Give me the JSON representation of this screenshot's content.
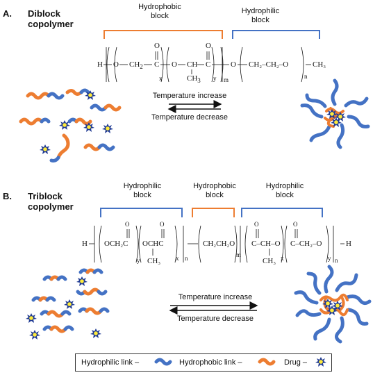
{
  "sectionA": {
    "letter": "A.",
    "title_line1": "Diblock",
    "title_line2": "copolymer",
    "hydrophobic_block": "Hydrophobic\nblock",
    "hydrophilic_block": "Hydrophilic\nblock",
    "formula": {
      "h": "H",
      "o1": "O",
      "ch2": "CH",
      "ch2_sub": "2",
      "c1": "C",
      "o_dbl1": "O",
      "x": "x",
      "o2": "O",
      "ch": "CH",
      "c2": "C",
      "o_dbl2": "O",
      "ch3": "CH",
      "ch3_sub": "3",
      "y": "y",
      "m": "m",
      "o3": "O",
      "peg": "CH₂–CH₂–O",
      "n": "n",
      "end": "CH₃"
    },
    "temp_increase": "Temperature increase",
    "temp_decrease": "Temperature decrease"
  },
  "sectionB": {
    "letter": "B.",
    "title_line1": "Triblock",
    "title_line2": "copolymer",
    "hydrophilic_block_left": "Hydrophilic\nblock",
    "hydrophobic_block": "Hydrophobic\nblock",
    "hydrophilic_block_right": "Hydrophilic\nblock",
    "formula": {
      "h_left": "H",
      "seg1": "OCH₂C",
      "seg2": "OCHC",
      "ch3_left": "CH₃",
      "y_left": "y",
      "x_left": "x",
      "n_left": "n",
      "peg": "CH₂CH₂O",
      "m": "m",
      "seg3": "C–CH–O",
      "ch3_right": "CH₃",
      "seg4": "C–CH₂–O",
      "x_right": "x",
      "y_right": "y",
      "n_right": "n",
      "h_right": "H",
      "o_dbl": "O"
    },
    "temp_increase": "Temperature increase",
    "temp_decrease": "Temperature decrease"
  },
  "legend": {
    "hydrophilic": "Hydrophilic link –",
    "hydrophobic": "Hydrophobic link –",
    "drug": "Drug –"
  },
  "colors": {
    "hydrophilic": "#4472c4",
    "hydrophobic": "#ed7d31",
    "drug_outer": "#1f3a93",
    "drug_inner": "#ffeb3b"
  }
}
